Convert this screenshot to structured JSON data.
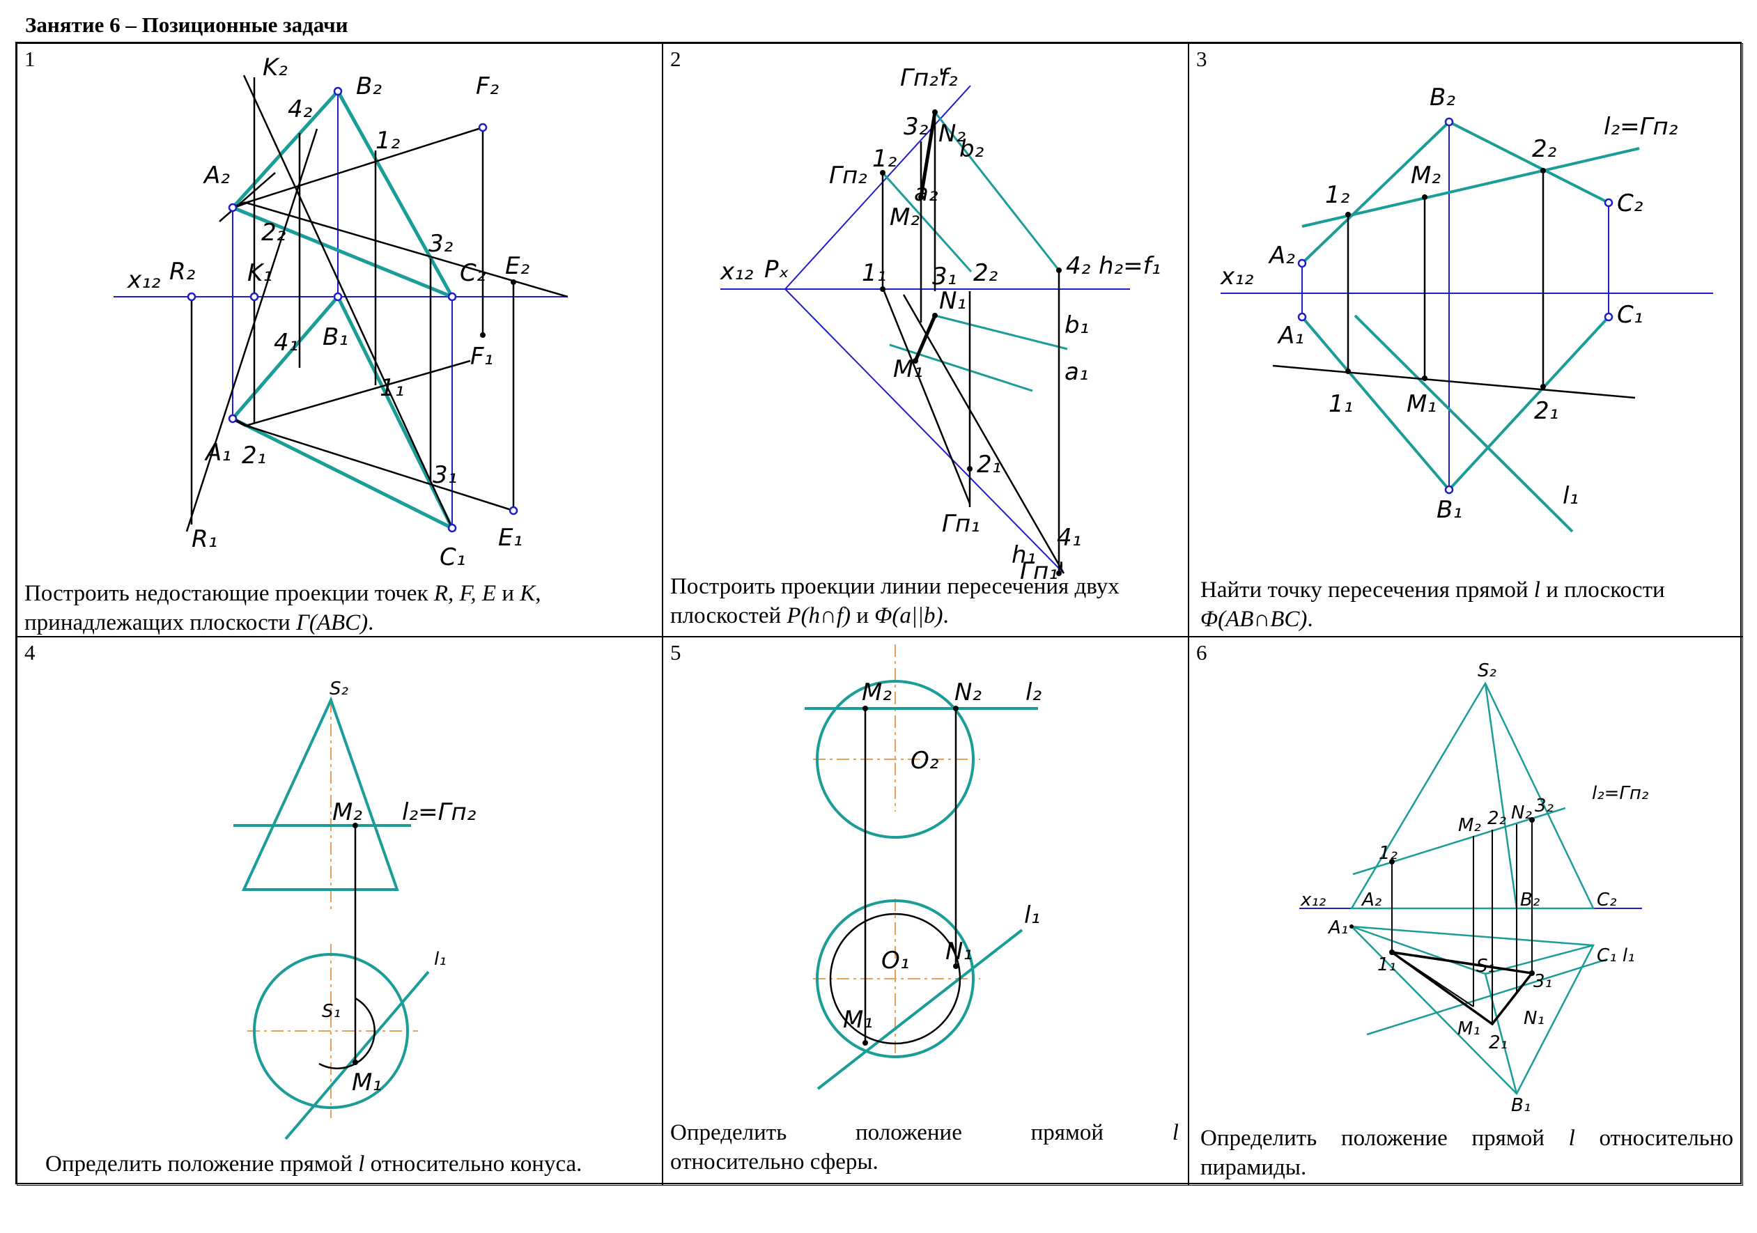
{
  "page": {
    "title": "Занятие 6 – Позиционные задачи"
  },
  "problems": [
    {
      "number": "1",
      "caption_1": "Построить недостающие проекции точек ",
      "caption_var": "R, F, E",
      "caption_2": " и ",
      "caption_var2": "K",
      "caption_3": ",",
      "caption_4": "принадлежащих плоскости ",
      "caption_var3": "Γ(ABC)",
      "caption_5": ".",
      "labels": {
        "K2": "K₂",
        "B2": "B₂",
        "F2": "F₂",
        "l42": "4₂",
        "l12": "1₂",
        "A2": "A₂",
        "l22": "2₂",
        "l32": "3₂",
        "C2": "C₂",
        "E2": "E₂",
        "x12": "x₁₂",
        "R2": "R₂",
        "K1": "K₁",
        "B1": "B₁",
        "l41": "4₁",
        "F1": "F₁",
        "l11": "1₁",
        "A1": "A₁",
        "l21": "2₁",
        "l31": "3₁",
        "R1": "R₁",
        "C1": "C₁",
        "E1": "E₁"
      }
    },
    {
      "number": "2",
      "caption_1": "Построить проекции линии пересечения двух",
      "caption_2": "плоскостей ",
      "caption_var": "P(h∩f)",
      "caption_3": " и ",
      "caption_var2": "Φ(a||b)",
      "caption_4": ".",
      "labels": {
        "Gp2p": "Γп₂'",
        "f2": "f₂",
        "l32": "3₂",
        "N2": "N₂",
        "b2": "b₂",
        "Gp2": "Γп₂",
        "l12": "1₂",
        "a2": "a₂",
        "M2": "M₂",
        "x12": "x₁₂",
        "Px": "Pₓ",
        "l11": "1₁",
        "l31": "3₁",
        "l22": "2₂",
        "l42": "4₂",
        "h2f1": "h₂=f₁",
        "N1": "N₁",
        "b1": "b₁",
        "M1": "M₁",
        "a1": "a₁",
        "l21": "2₁",
        "Gp1": "Γп₁",
        "h1": "h₁",
        "Gp1p": "Γп₁'",
        "l41": "4₁"
      }
    },
    {
      "number": "3",
      "caption_1": "Найти точку пересечения прямой ",
      "caption_var": "l",
      "caption_2": " и плоскости",
      "caption_var2": "Φ(AB∩BC)",
      "caption_3": ".",
      "labels": {
        "B2": "B₂",
        "l2Gp2": "l₂=Γп₂",
        "l22": "2₂",
        "M2": "M₂",
        "l12": "1₂",
        "C2": "C₂",
        "A2": "A₂",
        "x12": "x₁₂",
        "A1": "A₁",
        "C1": "C₁",
        "l11": "1₁",
        "M1": "M₁",
        "l21": "2₁",
        "B1": "B₁",
        "l1": "l₁"
      }
    },
    {
      "number": "4",
      "caption_1": "Определить положение прямой ",
      "caption_var": "l",
      "caption_2": " относительно конуса.",
      "labels": {
        "S2": "S₂",
        "M2": "M₂",
        "l2Gp2": "l₂=Γп₂",
        "S1": "S₁",
        "M1": "M₁",
        "l1": "l₁"
      }
    },
    {
      "number": "5",
      "caption_w1": "Определить",
      "caption_w2": "положение",
      "caption_w3": "прямой",
      "caption_var": "l",
      "caption_2": "относительно сферы.",
      "labels": {
        "M2": "M₂",
        "N2": "N₂",
        "l2": "l₂",
        "O2": "O₂",
        "l1": "l₁",
        "O1": "O₁",
        "N1": "N₁",
        "M1": "M₁"
      }
    },
    {
      "number": "6",
      "caption_1": "Определить положение прямой ",
      "caption_var": "l",
      "caption_2": " относительно",
      "caption_3": "пирамиды.",
      "labels": {
        "S2": "S₂",
        "l2Gp2": "l₂=Γп₂",
        "M2": "M₂",
        "l22": "2₂",
        "N2": "N₂",
        "l32": "3₂",
        "l12": "1₂",
        "x12": "x₁₂",
        "A2": "A₂",
        "B2": "B₂",
        "C2": "C₂",
        "A1": "A₁",
        "l11": "1₁",
        "S1": "S₁",
        "C1l1": "C₁ l₁",
        "l31": "3₁",
        "N1": "N₁",
        "M1": "M₁",
        "l21": "2₁",
        "B1": "B₁"
      }
    }
  ],
  "colors": {
    "teal": "#1a9c98",
    "blue": "#1c1ccc",
    "axis_dash": "#e8a055",
    "line": "#000000"
  }
}
